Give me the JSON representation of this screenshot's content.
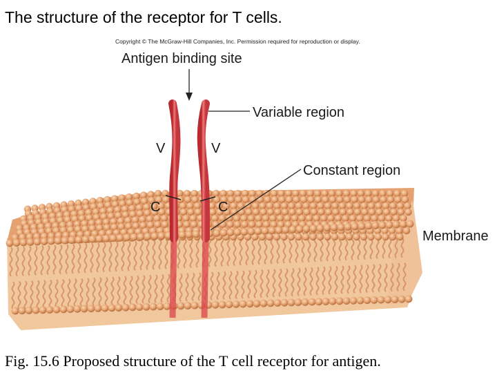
{
  "slide": {
    "title": "The structure of the receptor for T cells.",
    "copyright": "Copyright © The McGraw-Hill Companies, Inc. Permission required for reproduction or display.",
    "caption": "Fig. 15.6 Proposed structure of the T cell receptor for antigen."
  },
  "diagram": {
    "labels": {
      "antigen_binding_site": "Antigen binding site",
      "variable_region": "Variable region",
      "constant_region": "Constant region",
      "membrane": "Membrane",
      "v_left": "V",
      "v_right": "V",
      "c_left": "C",
      "c_right": "C"
    },
    "colors": {
      "chain": "#d9434a",
      "chain_highlight": "#f07a7a",
      "lipid_head": "#e8a775",
      "lipid_head_shade": "#b86e3f",
      "lipid_tail": "#d7966a"
    }
  }
}
